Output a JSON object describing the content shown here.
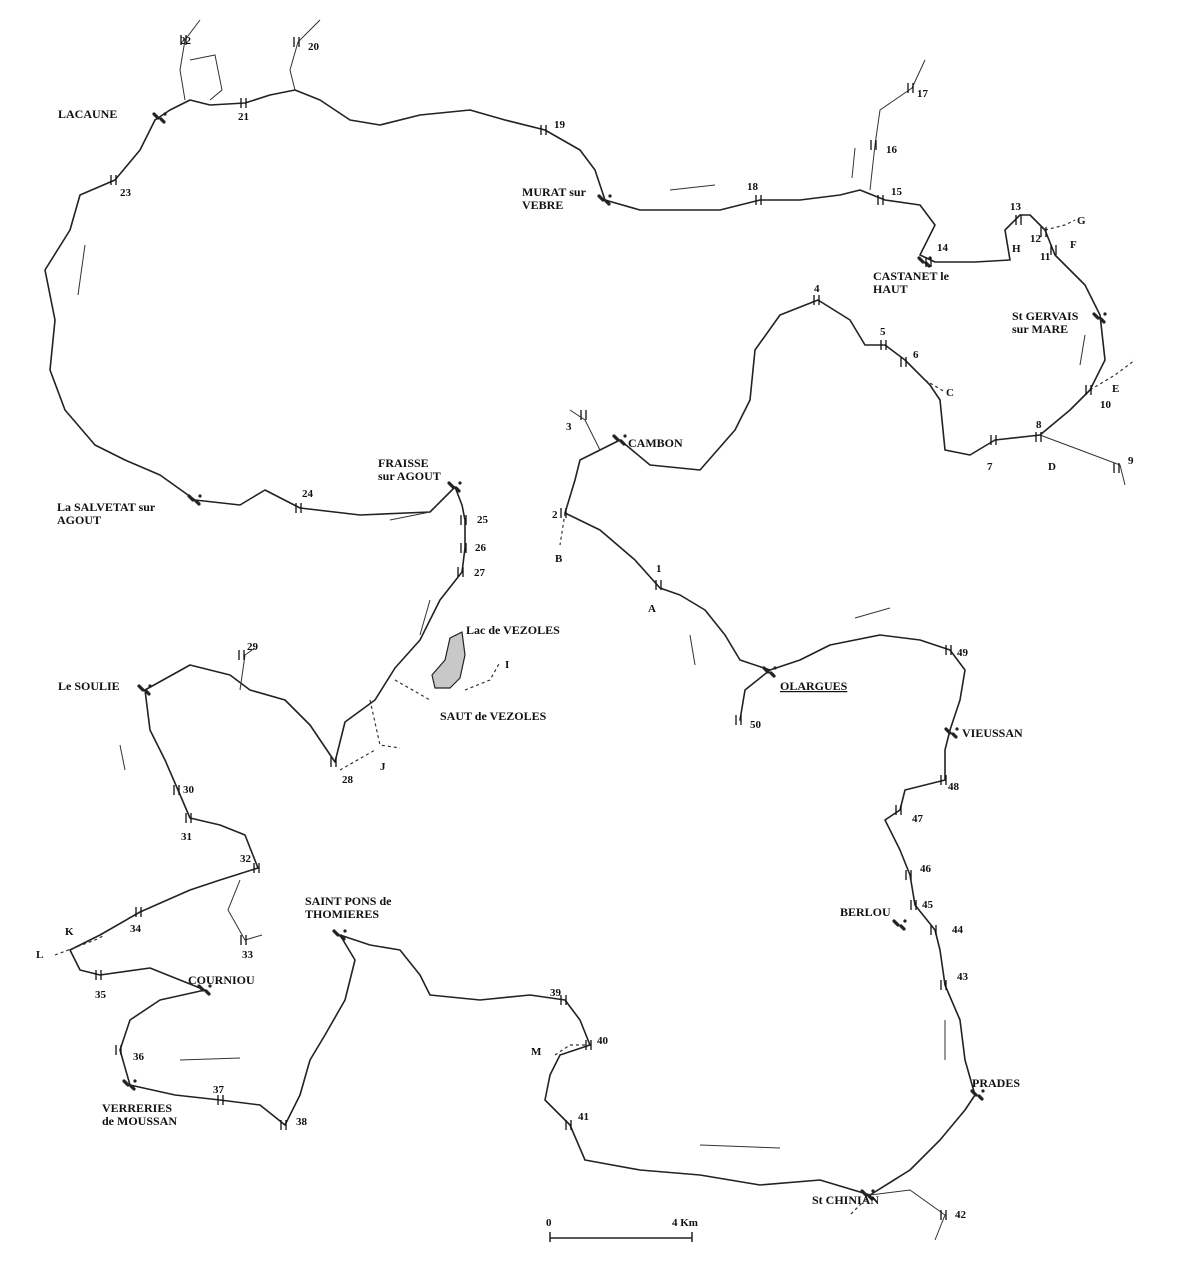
{
  "map": {
    "places": [
      {
        "lines": [
          "LACAUNE"
        ]
      },
      {
        "lines": [
          "MURAT sur",
          "VEBRE"
        ]
      },
      {
        "lines": [
          "CASTANET le",
          "HAUT"
        ]
      },
      {
        "lines": [
          "St GERVAIS",
          "sur MARE"
        ]
      },
      {
        "lines": [
          "CAMBON"
        ]
      },
      {
        "lines": [
          "FRAISSE",
          "sur AGOUT"
        ]
      },
      {
        "lines": [
          "La SALVETAT sur",
          "AGOUT"
        ]
      },
      {
        "lines": [
          "Lac de VEZOLES"
        ]
      },
      {
        "lines": [
          "SAUT de VEZOLES"
        ]
      },
      {
        "lines": [
          "Le SOULIE"
        ]
      },
      {
        "lines": [
          "OLARGUES"
        ]
      },
      {
        "lines": [
          "VIEUSSAN"
        ]
      },
      {
        "lines": [
          "BERLOU"
        ]
      },
      {
        "lines": [
          "SAINT PONS de",
          "THOMIERES"
        ]
      },
      {
        "lines": [
          "COURNIOU"
        ]
      },
      {
        "lines": [
          "VERRERIES",
          "de MOUSSAN"
        ]
      },
      {
        "lines": [
          "PRADES"
        ]
      },
      {
        "lines": [
          "St CHINIAN"
        ]
      }
    ],
    "km_markers": [
      "1",
      "2",
      "3",
      "4",
      "5",
      "6",
      "7",
      "8",
      "9",
      "10",
      "11",
      "12",
      "13",
      "14",
      "15",
      "16",
      "17",
      "18",
      "19",
      "20",
      "21",
      "22",
      "23",
      "24",
      "25",
      "26",
      "27",
      "28",
      "29",
      "30",
      "31",
      "32",
      "33",
      "34",
      "35",
      "36",
      "37",
      "38",
      "39",
      "40",
      "41",
      "42",
      "43",
      "44",
      "45",
      "46",
      "47",
      "48",
      "49",
      "50"
    ],
    "letter_markers": [
      "A",
      "B",
      "C",
      "D",
      "E",
      "F",
      "G",
      "H",
      "I",
      "J",
      "K",
      "L",
      "M"
    ],
    "scale_bar": {
      "start_label": "0",
      "end_label": "4 Km"
    },
    "colors": {
      "route": "#222222",
      "lake": "#c8c8c8"
    }
  }
}
